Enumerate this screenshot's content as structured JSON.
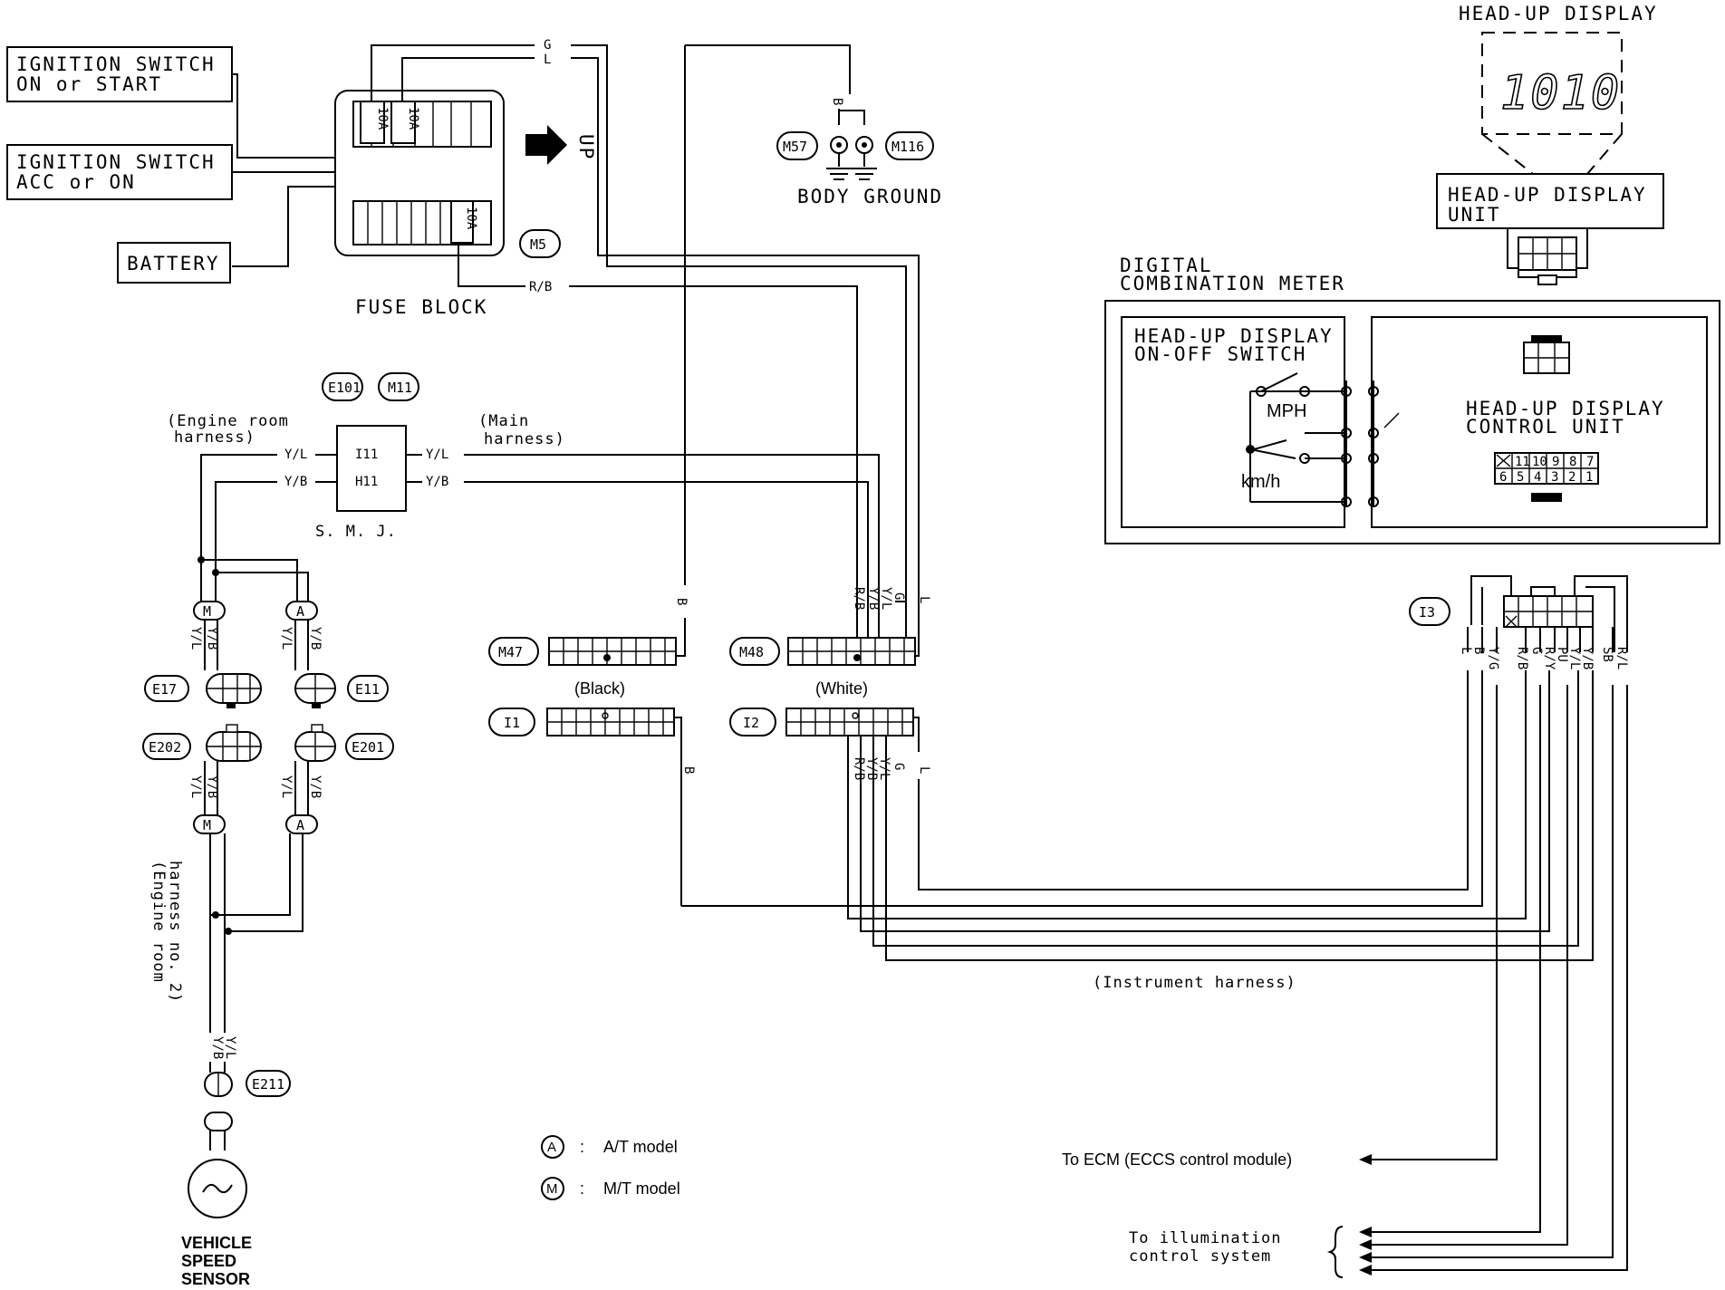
{
  "labels": {
    "ign_on_start_1": "IGNITION SWITCH",
    "ign_on_start_2": "ON or START",
    "ign_acc_on_1": "IGNITION SWITCH",
    "ign_acc_on_2": "ACC or ON",
    "battery": "BATTERY",
    "fuse_block": "FUSE BLOCK",
    "fuse_10a": "10A",
    "up": "UP",
    "body_ground": "BODY GROUND",
    "hud_title": "HEAD-UP DISPLAY",
    "hud_digits": "1010",
    "hud_unit_1": "HEAD-UP DISPLAY",
    "hud_unit_2": "UNIT",
    "dcm_1": "DIGITAL",
    "dcm_2": "COMBINATION METER",
    "hud_sw_1": "HEAD-UP DISPLAY",
    "hud_sw_2": "ON-OFF SWITCH",
    "mph": "MPH",
    "kmh": "km/h",
    "hud_ctrl_1": "HEAD-UP DISPLAY",
    "hud_ctrl_2": "CONTROL UNIT",
    "engine_room_1": "(Engine room",
    "engine_room_2": "harness)",
    "main_1": "(Main",
    "main_2": "harness)",
    "smj": "S. M. J.",
    "smj_i11": "I11",
    "smj_h11": "H11",
    "black": "(Black)",
    "white": "(White)",
    "instrument_harness": "(Instrument harness)",
    "engine_room_no2_1": "(Engine room",
    "engine_room_no2_2": "harness no. 2)",
    "vss_1": "VEHICLE",
    "vss_2": "SPEED",
    "vss_3": "SENSOR",
    "legend_a_letter": "A",
    "legend_a_sep": ":",
    "legend_a_text": "A/T model",
    "legend_m_letter": "M",
    "legend_m_sep": ":",
    "legend_m_text": "M/T model",
    "to_ecm": "To ECM (ECCS control module)",
    "to_illum_1": "To illumination",
    "to_illum_2": "control system"
  },
  "connectors": {
    "m5": "M5",
    "m57": "M57",
    "m116": "M116",
    "e101": "E101",
    "m11": "M11",
    "m47": "M47",
    "m48": "M48",
    "i1": "I1",
    "i2": "I2",
    "i3": "I3",
    "e17": "E17",
    "e11": "E11",
    "e202": "E202",
    "e201": "E201",
    "e211": "E211",
    "m_a": "M",
    "a_a": "A",
    "m_b": "M",
    "a_b": "A"
  },
  "wires": {
    "g": "G",
    "l": "L",
    "b": "B",
    "rb": "R/B",
    "yl": "Y/L",
    "yb": "Y/B",
    "yg": "Y/G",
    "ry": "R/Y",
    "pu": "PU",
    "sb": "SB",
    "rl": "R/L"
  },
  "control_unit_pins": {
    "top": [
      "",
      "11",
      "10",
      "9",
      "8",
      "7"
    ],
    "bottom": [
      "6",
      "5",
      "4",
      "3",
      "2",
      "1"
    ]
  },
  "colors": {
    "line": "#000000",
    "background": "#ffffff"
  }
}
